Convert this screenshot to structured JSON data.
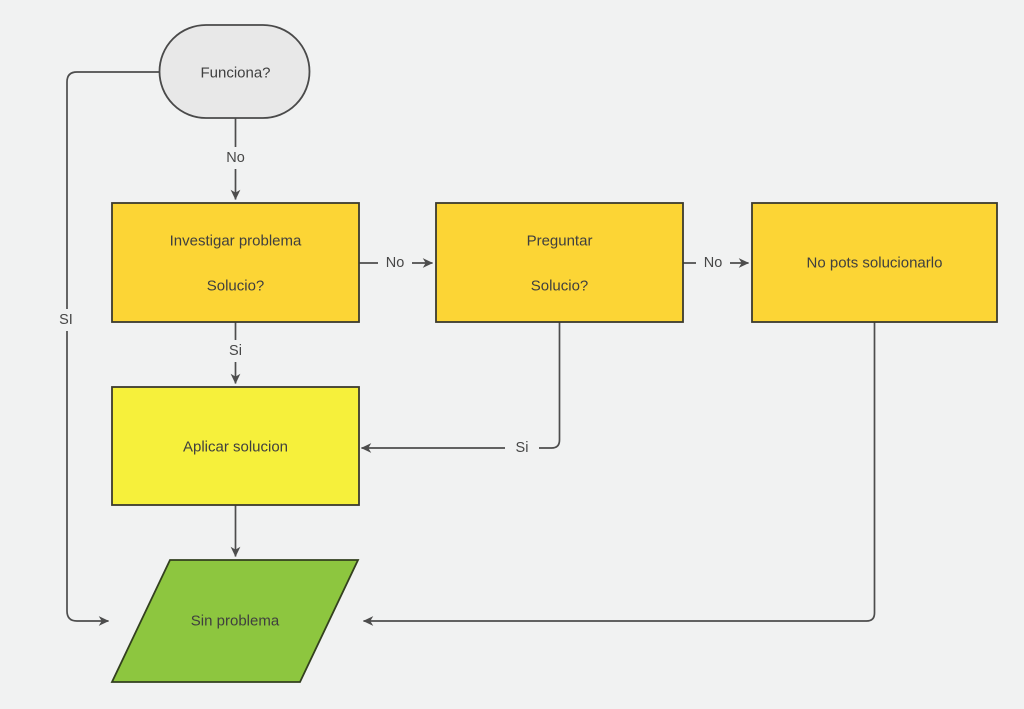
{
  "diagram": {
    "type": "flowchart",
    "background_color": "#F1F2F2",
    "line_color": "#4D4D4D",
    "text_color": "#3F3F3F",
    "nodes": {
      "funciona": {
        "shape": "terminator",
        "label": "Funciona?",
        "fill": "#E8E8E8"
      },
      "investigar": {
        "shape": "process",
        "line1": "Investigar problema",
        "line2": "Solucio?",
        "fill": "#FCD535"
      },
      "preguntar": {
        "shape": "process",
        "line1": "Preguntar",
        "line2": "Solucio?",
        "fill": "#FCD535"
      },
      "no_pots": {
        "shape": "process",
        "label": "No pots solucionarlo",
        "fill": "#FCD535"
      },
      "aplicar": {
        "shape": "process",
        "label": "Aplicar solucion",
        "fill": "#F6F03B"
      },
      "sin_problema": {
        "shape": "data-parallelogram",
        "label": "Sin problema",
        "fill": "#8DC63F"
      }
    },
    "edges": {
      "funciona_to_investigar": {
        "from": "Funciona?",
        "to": "Investigar problema",
        "label": "No"
      },
      "investigar_to_preguntar": {
        "from": "Investigar problema",
        "to": "Preguntar",
        "label": "No"
      },
      "preguntar_to_no_pots": {
        "from": "Preguntar",
        "to": "No pots solucionarlo",
        "label": "No"
      },
      "investigar_to_aplicar": {
        "from": "Investigar problema",
        "to": "Aplicar solucion",
        "label": "Si"
      },
      "preguntar_to_aplicar": {
        "from": "Preguntar",
        "to": "Aplicar solucion",
        "label": "Si"
      },
      "funciona_to_sin_problema": {
        "from": "Funciona?",
        "to": "Sin problema",
        "label": "SI"
      },
      "aplicar_to_sin_problema": {
        "from": "Aplicar solucion",
        "to": "Sin problema"
      },
      "no_pots_to_sin_problema": {
        "from": "No pots solucionarlo",
        "to": "Sin problema"
      }
    }
  }
}
